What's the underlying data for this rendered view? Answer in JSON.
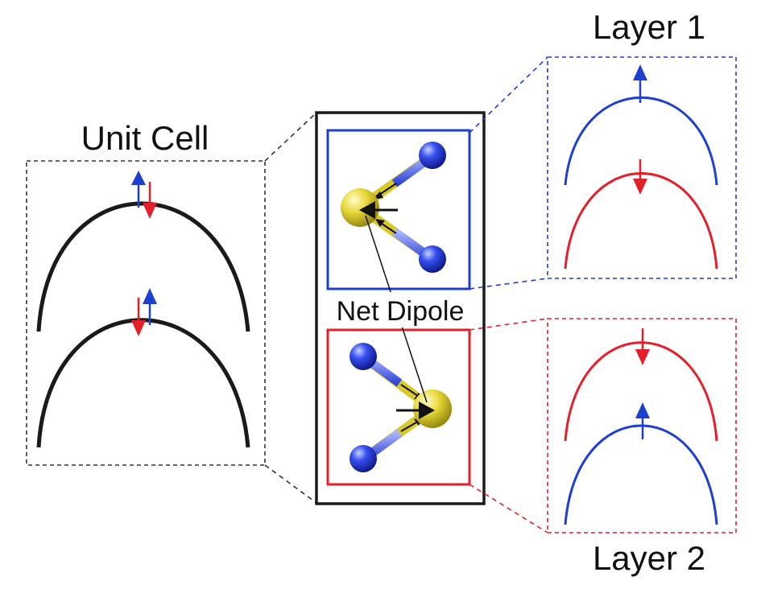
{
  "labels": {
    "unit_cell": "Unit Cell",
    "layer1": "Layer 1",
    "layer2": "Layer 2",
    "net_dipole": "Net Dipole"
  },
  "colors": {
    "black": "#1a1a1a",
    "blue": "#1f3fcf",
    "red": "#e3202a",
    "atom_yellow": "#d9c82a",
    "atom_blue": "#2236d6",
    "dashed_black": "#333333"
  },
  "icons": {
    "spin_up": "up-arrow-icon",
    "spin_down": "down-arrow-icon",
    "dipole": "left-arrow-icon"
  }
}
